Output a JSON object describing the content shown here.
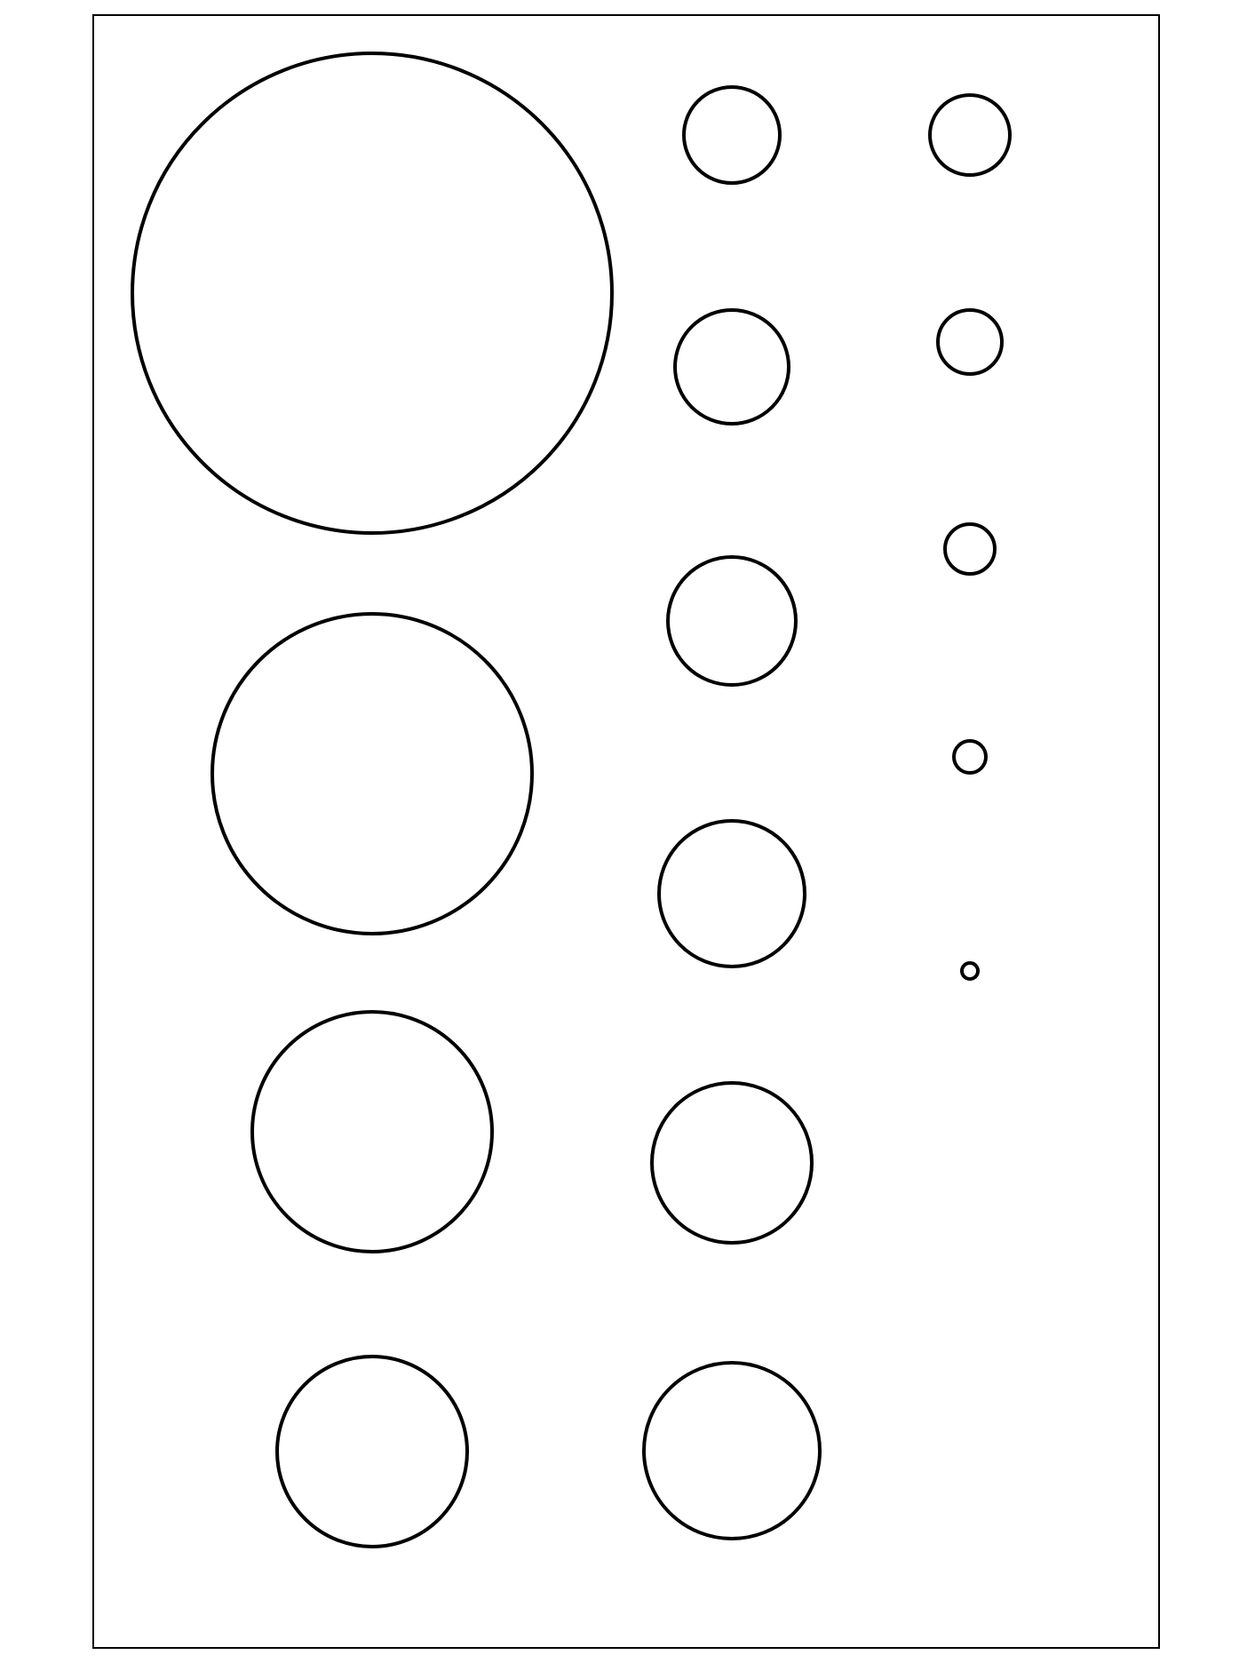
{
  "colors": {
    "background": "#ffffff",
    "outline": "#000000"
  },
  "template": {
    "shape": "circle",
    "columns": [
      {
        "name": "large",
        "circle_count": 4
      },
      {
        "name": "medium",
        "circle_count": 6
      },
      {
        "name": "small",
        "circle_count": 5
      }
    ]
  }
}
